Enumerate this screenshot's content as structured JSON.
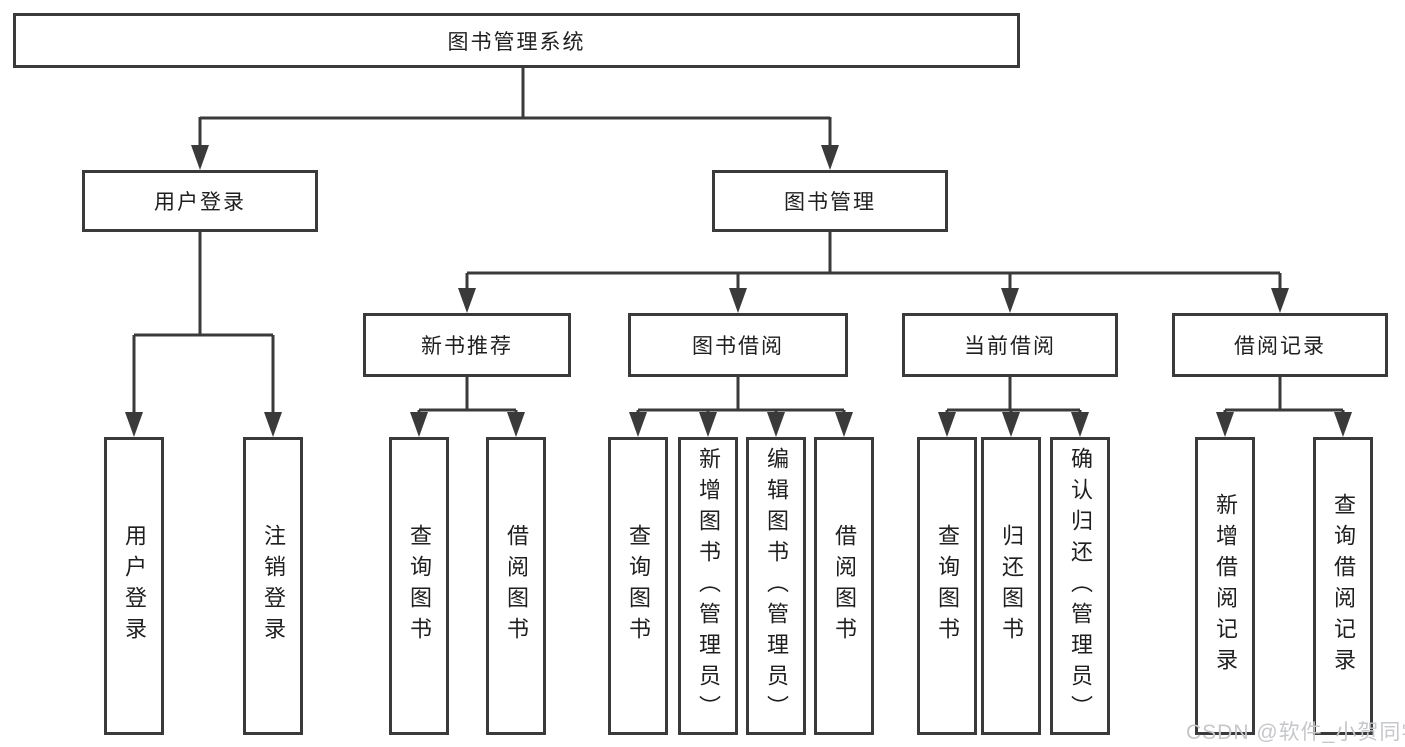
{
  "tree": {
    "root": "图书管理系统",
    "branches": [
      {
        "label": "用户登录",
        "leaves": [
          "用户登录",
          "注销登录"
        ]
      },
      {
        "label": "图书管理",
        "sections": [
          {
            "label": "新书推荐",
            "leaves": [
              "查询图书",
              "借阅图书"
            ]
          },
          {
            "label": "图书借阅",
            "leaves": [
              "查询图书",
              "新增图书（管理员）",
              "编辑图书（管理员）",
              "借阅图书"
            ]
          },
          {
            "label": "当前借阅",
            "leaves": [
              "查询图书",
              "归还图书",
              "确认归还（管理员）"
            ]
          },
          {
            "label": "借阅记录",
            "leaves": [
              "新增借阅记录",
              "查询借阅记录"
            ]
          }
        ]
      }
    ]
  },
  "watermark": {
    "text": "CSDN @软件_小贺同学"
  },
  "colors": {
    "line": "#3a3a3a",
    "box_border": "#3a3a3a",
    "text": "#1f1f1f",
    "watermark": "#c5c7cb",
    "background": "#ffffff"
  }
}
